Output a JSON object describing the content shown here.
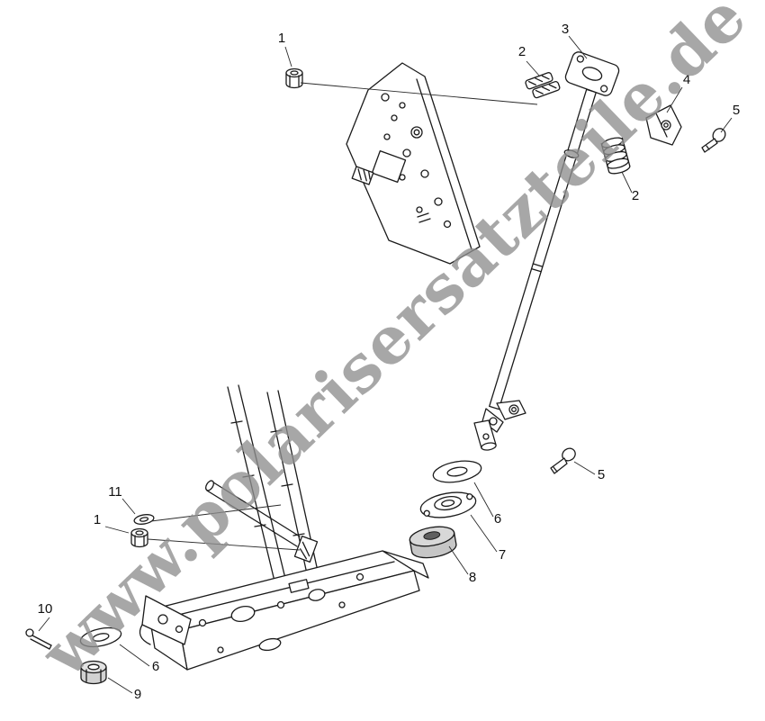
{
  "watermark": {
    "text": "www.polarisersatzteile.de",
    "color": "#8f8f8f"
  },
  "callouts": [
    {
      "label": "1"
    },
    {
      "label": "2"
    },
    {
      "label": "3"
    },
    {
      "label": "4"
    },
    {
      "label": "5"
    },
    {
      "label": "2"
    },
    {
      "label": "5"
    },
    {
      "label": "6"
    },
    {
      "label": "7"
    },
    {
      "label": "8"
    },
    {
      "label": "11"
    },
    {
      "label": "1"
    },
    {
      "label": "10"
    },
    {
      "label": "6"
    },
    {
      "label": "9"
    }
  ],
  "colors": {
    "line": "#1b1b1b",
    "background": "#ffffff",
    "bushing_fill": "#c6c6c6",
    "nut_fill": "#d2d2d2"
  }
}
